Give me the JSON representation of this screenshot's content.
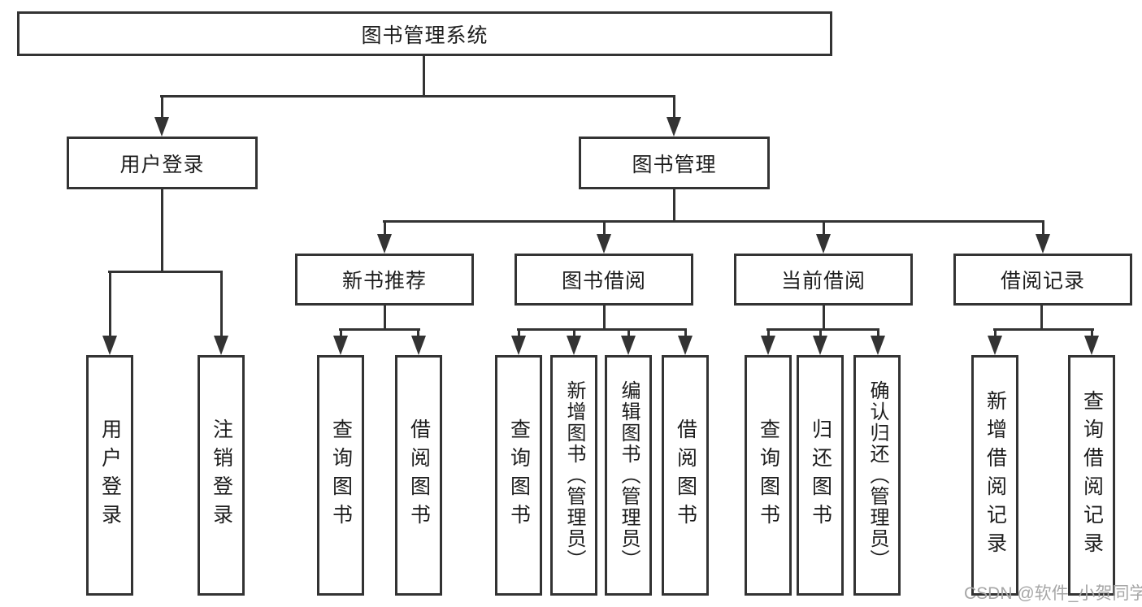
{
  "tree": {
    "root": "图书管理系统",
    "branches": [
      {
        "label": "用户登录",
        "children": [
          "用户登录",
          "注销登录"
        ]
      },
      {
        "label": "图书管理",
        "sections": [
          {
            "label": "新书推荐",
            "children": [
              "查询图书",
              "借阅图书"
            ]
          },
          {
            "label": "图书借阅",
            "children": [
              "查询图书",
              "新增图书（管理员）",
              "编辑图书（管理员）",
              "借阅图书"
            ]
          },
          {
            "label": "当前借阅",
            "children": [
              "查询图书",
              "归还图书",
              "确认归还（管理员）"
            ]
          },
          {
            "label": "借阅记录",
            "children": [
              "新增借阅记录",
              "查询借阅记录"
            ]
          }
        ]
      }
    ]
  },
  "watermark": "CSDN @软件_小贺同学",
  "colors": {
    "line": "#333333",
    "text": "#1d1d1d",
    "watermark": "#a6a6a6",
    "background": "#ffffff"
  }
}
